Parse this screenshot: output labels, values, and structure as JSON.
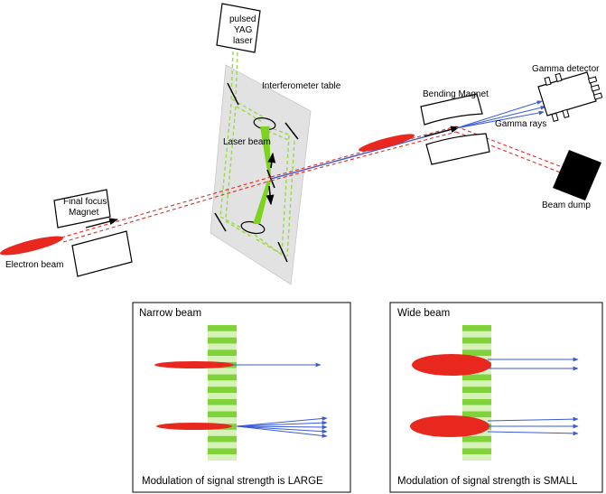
{
  "labels": {
    "laser": [
      "pulsed",
      "YAG",
      "laser"
    ],
    "interferometer_table": "Interferometer table",
    "laser_beam": "Laser beam",
    "final_focus": [
      "Final focus",
      "Magnet"
    ],
    "electron_beam": "Electron beam",
    "bending_magnet": "Bending Magnet",
    "gamma_detector": "Gamma detector",
    "gamma_rays": "Gamma rays",
    "beam_dump": "Beam dump"
  },
  "panels": {
    "narrow": {
      "title": "Narrow beam",
      "caption": "Modulation of signal strength is LARGE"
    },
    "wide": {
      "title": "Wide beam",
      "caption": "Modulation of signal strength is SMALL"
    }
  },
  "colors": {
    "electron": "#e8281e",
    "laser": "#7ed321",
    "laser_dashed": "#9bd84a",
    "gamma": "#3a5ad6",
    "table": "#e2e2e2",
    "fringe_bright": "#7fd23a",
    "fringe_dark": "#d7f2b8"
  }
}
